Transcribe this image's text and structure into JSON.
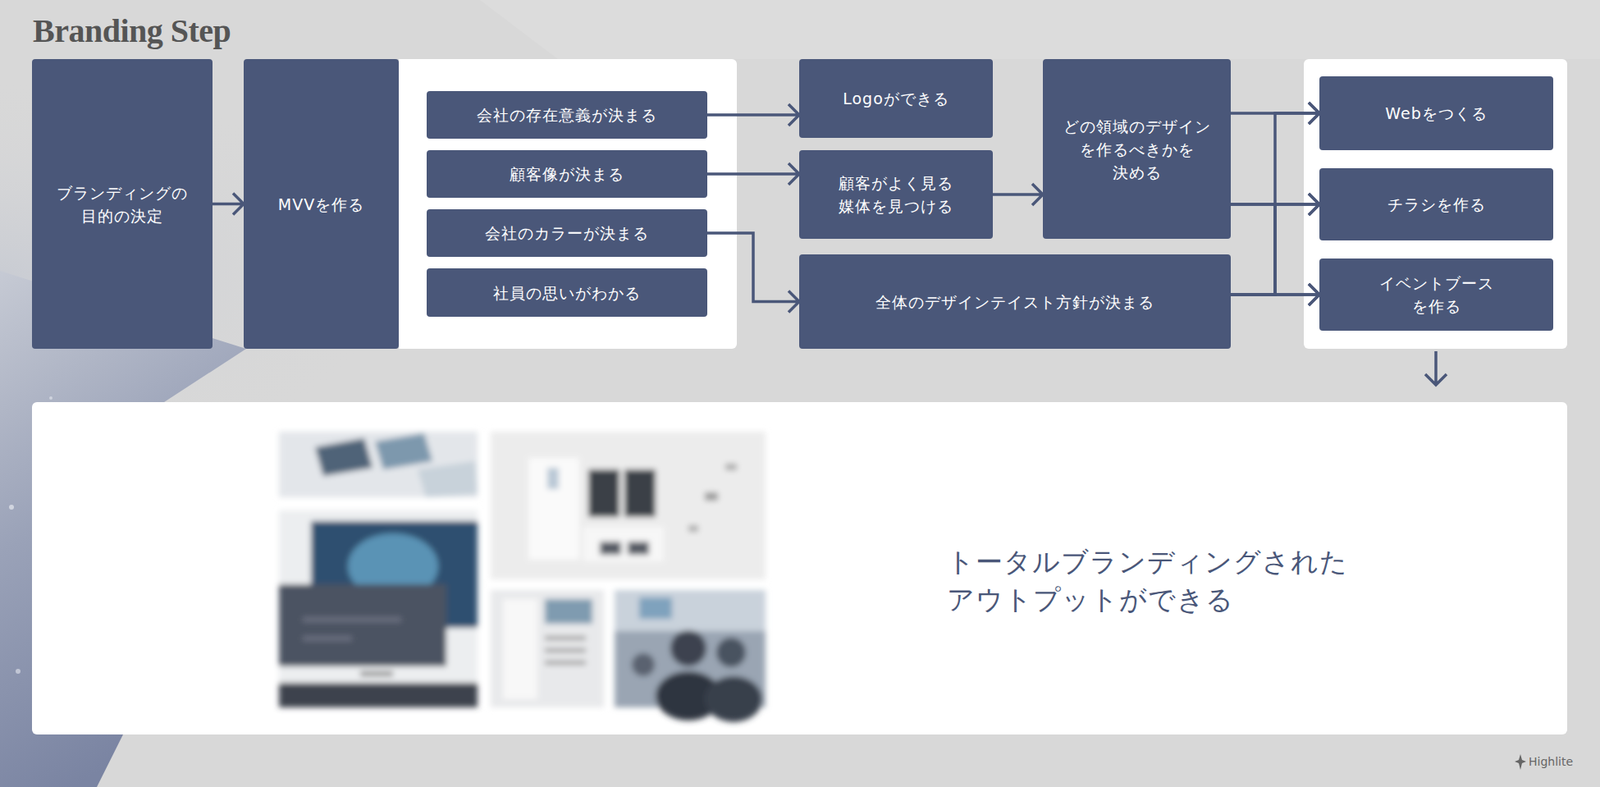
{
  "diagram": {
    "title": "Branding Step",
    "nodes": [
      {
        "text": [
          "ブランディングの 目的の決定"
        ]
      },
      {
        "text": [
          "MVVを作る"
        ]
      },
      {
        "text": [
          "会社の存在意義が決まる"
        ]
      },
      {
        "text": [
          "顧客像が決まる"
        ]
      },
      {
        "text": [
          "会社のカラーが決まる"
        ]
      },
      {
        "text": [
          "社員の思いがわかる"
        ]
      },
      {
        "text": [
          "Logoができる"
        ]
      },
      {
        "text": [
          "顧客がよく見る 媒体を見つける"
        ]
      },
      {
        "text": [
          "どの領域のデザイン を作るべきかを 決める"
        ]
      },
      {
        "text": [
          "全体のデザインテイスト方針が決まる"
        ]
      },
      {
        "text": [
          "Webをつくる"
        ]
      },
      {
        "text": [
          "チラシを作る"
        ]
      },
      {
        "text": [
          "イベントブース を作る"
        ]
      },
      {
        "text": [
          "トータルブランディングされた アウトプットができる"
        ]
      }
    ],
    "edges": [
      {
        "from": 0,
        "to": 1,
        "arrow": "to"
      },
      {
        "from": 2,
        "to": 6,
        "arrow": "to"
      },
      {
        "from": 3,
        "to": 7,
        "arrow": "to"
      },
      {
        "from": 4,
        "to": 9,
        "arrow": "to"
      },
      {
        "from": 7,
        "to": 8,
        "arrow": "to"
      },
      {
        "from": 8,
        "to": 10,
        "arrow": "to"
      },
      {
        "from": 8,
        "to": 11,
        "arrow": "to"
      },
      {
        "from": 8,
        "to": 12,
        "arrow": "to"
      },
      {
        "from": 9,
        "to": 10,
        "arrow": "to"
      },
      {
        "from": 9,
        "to": 11,
        "arrow": "to"
      },
      {
        "from": 9,
        "to": 12,
        "arrow": "to"
      }
    ],
    "labels": [
      "Highlite"
    ]
  }
}
